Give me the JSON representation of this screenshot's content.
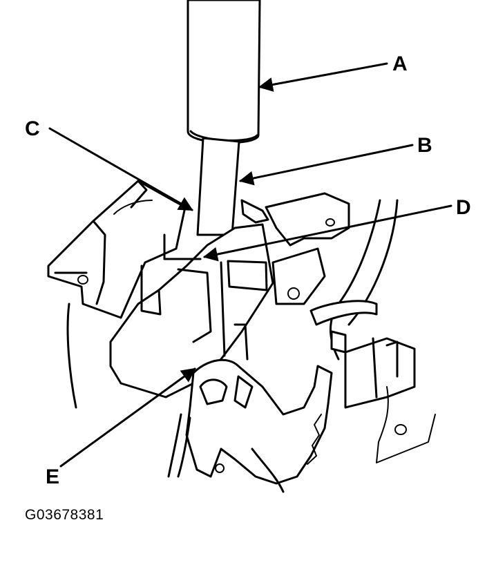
{
  "callouts": [
    {
      "id": "A",
      "label": "A"
    },
    {
      "id": "B",
      "label": "B"
    },
    {
      "id": "C",
      "label": "C"
    },
    {
      "id": "D",
      "label": "D"
    },
    {
      "id": "E",
      "label": "E"
    }
  ],
  "figure_id": "G03678381"
}
